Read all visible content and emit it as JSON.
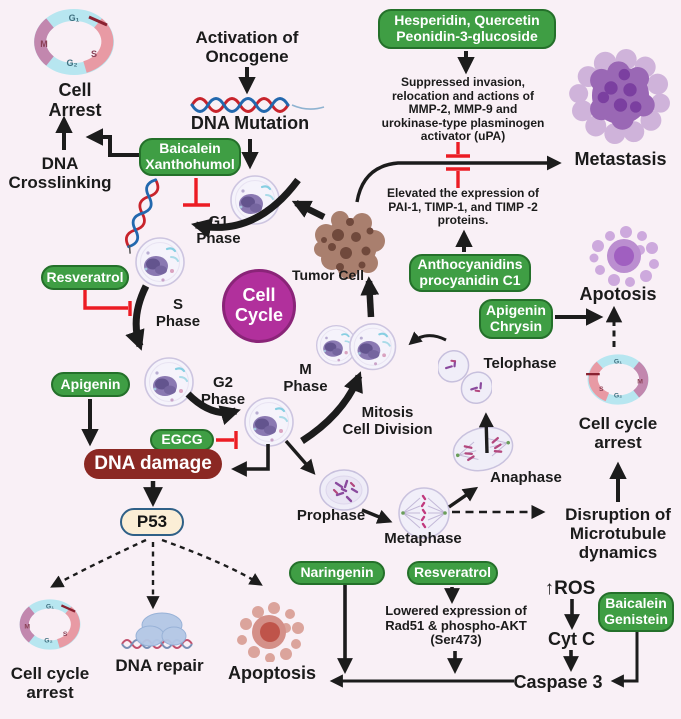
{
  "diagram_title": "Cell cycle phytochemical pathway diagram",
  "colors": {
    "background": "#f9f0f6",
    "badge_green": "#3f9e44",
    "badge_green_border": "#24702a",
    "dna_damage_red": "#8b2823",
    "p53_cream": "#fbeed6",
    "p53_border": "#2f6087",
    "cell_cycle_magenta": "#b1309c",
    "inhibition_red": "#ec1c24",
    "arrow_black": "#1c1c1c"
  },
  "badges": {
    "baicalein_xanthohumol": "Baicalein\nXanthohumol",
    "hesperidin": "Hesperidin, Quercetin\nPeonidin-3-glucoside",
    "resveratrol_cycle": "Resveratrol",
    "apigenin": "Apigenin",
    "egcg": "EGCG",
    "anthocyanidins": "Anthocyanidins\nprocyanidin C1",
    "apigenin_chrysin": "Apigenin\nChrysin",
    "naringenin": "Naringenin",
    "resveratrol_bottom": "Resveratrol",
    "baicalein_genistein": "Baicalein\nGenistein"
  },
  "labels": {
    "cell_arrest": "Cell\nArrest",
    "dna_crosslinking": "DNA\nCrosslinking",
    "activation_oncogene": "Activation of\nOncogene",
    "dna_mutation": "DNA Mutation",
    "g1_phase": "G1\nPhase",
    "s_phase": "S\nPhase",
    "g2_phase": "G2\nPhase",
    "m_phase": "M\nPhase",
    "tumor_cell": "Tumor Cell",
    "cell_cycle": "Cell\nCycle",
    "mitosis": "Mitosis\nCell Division",
    "telophase": "Telophase",
    "anaphase": "Anaphase",
    "metaphase": "Metaphase",
    "prophase": "Prophase",
    "metastasis": "Metastasis",
    "suppressed": "Suppressed invasion,\nrelocation and actions of\nMMP-2, MMP-9 and\nurokinase-type plasminogen\nactivator (uPA)",
    "elevated": "Elevated the expression of\nPAI-1, TIMP-1, and TIMP -2\nproteins.",
    "apotosis": "Apotosis",
    "cell_cycle_arrest_right": "Cell cycle\narrest",
    "disruption": "Disruption of\nMicrotubule\ndynamics",
    "ros": "↑ROS",
    "cyt_c": "Cyt C",
    "caspase3": "Caspase 3",
    "lowered": "Lowered  expression of\nRad51 & phospho-AKT\n(Ser473)",
    "cell_cycle_arrest_left": "Cell cycle\narrest",
    "dna_repair": "DNA repair",
    "apoptosis": "Apoptosis",
    "dna_damage": "DNA damage",
    "p53": "P53"
  },
  "ring": {
    "g1": "G₁",
    "s": "S",
    "g2": "G₂",
    "m": "M"
  }
}
